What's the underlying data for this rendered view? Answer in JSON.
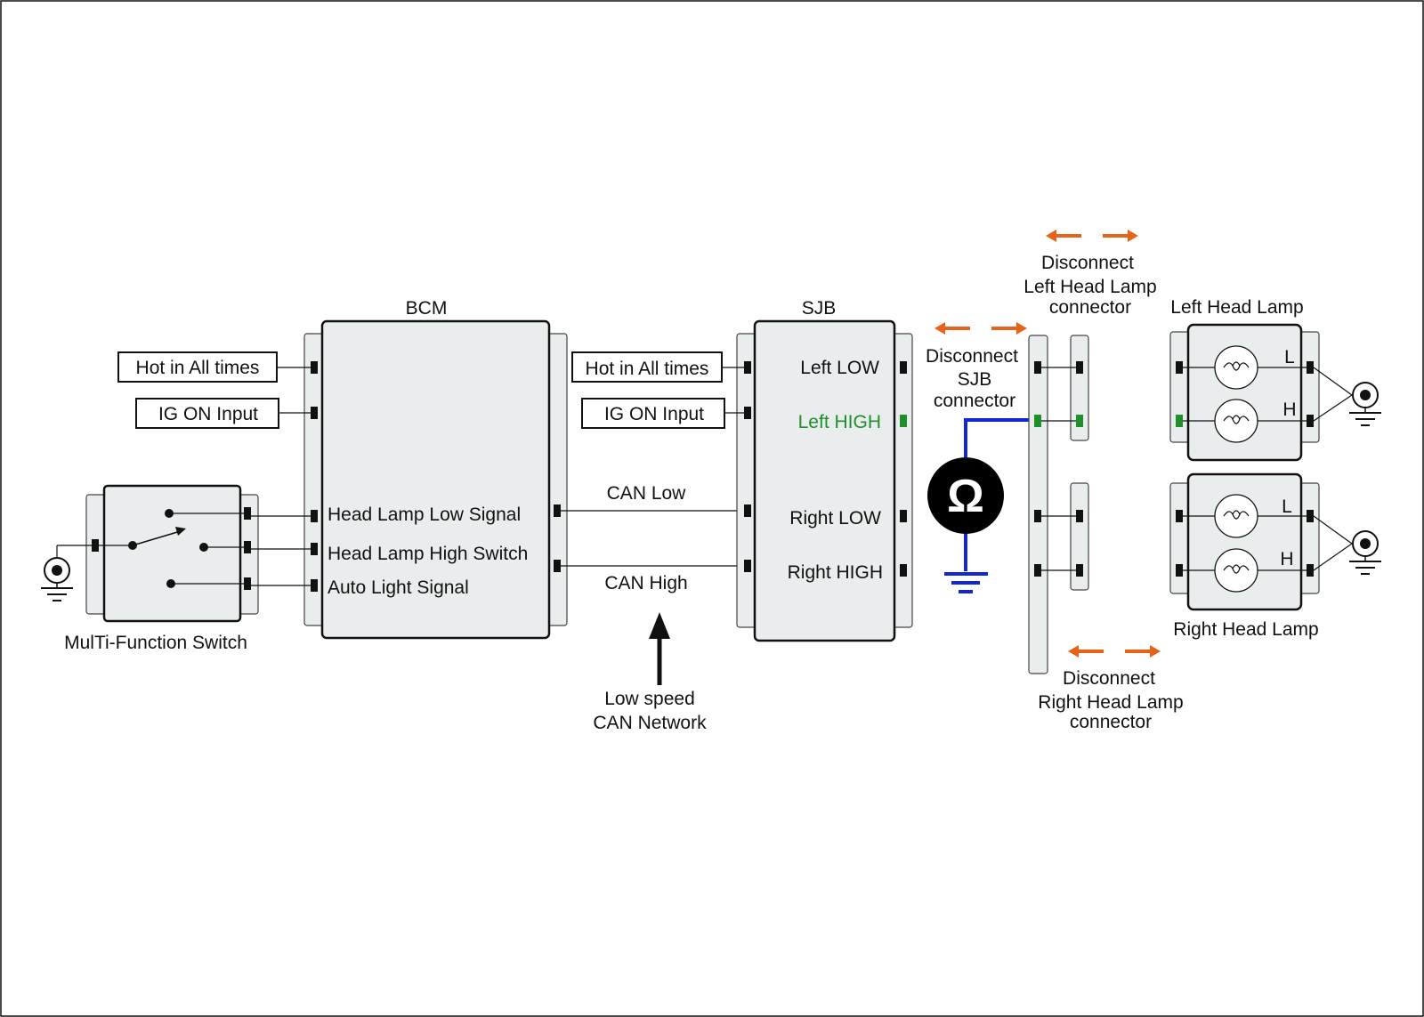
{
  "modules": {
    "bcm": {
      "title": "BCM"
    },
    "sjb": {
      "title": "SJB"
    },
    "mfs": {
      "title": "MulTi-Function Switch"
    }
  },
  "bcm_inputs": {
    "hot": "Hot in All times",
    "ig": "IG ON Input",
    "head_low": "Head Lamp Low Signal",
    "head_high": "Head Lamp High Switch",
    "auto_light": "Auto Light Signal"
  },
  "sjb_inputs": {
    "hot": "Hot in All times",
    "ig": "IG ON Input",
    "left_low": "Left LOW",
    "left_high": "Left HIGH",
    "right_low": "Right LOW",
    "right_high": "Right HIGH"
  },
  "can": {
    "low": "CAN Low",
    "high": "CAN High",
    "network_line1": "Low speed",
    "network_line2": "CAN Network"
  },
  "disconnect": {
    "sjb": [
      "Disconnect",
      "SJB",
      "connector"
    ],
    "left": [
      "Disconnect",
      "Left Head Lamp",
      "connector"
    ],
    "right": [
      "Disconnect",
      "Right Head Lamp",
      "connector"
    ]
  },
  "lamps": {
    "left": {
      "title": "Left Head Lamp",
      "low": "L",
      "high": "H"
    },
    "right": {
      "title": "Right Head Lamp",
      "low": "L",
      "high": "H"
    }
  },
  "meter": {
    "symbol": "Ω"
  },
  "colors": {
    "highlight_text": "#1f8f2a",
    "meter_wire": "#1226d6",
    "disconnect_arrow": "#e8631a"
  },
  "icons": [
    "ground-icon",
    "ohmmeter-icon",
    "bulb-icon",
    "disconnect-arrow-icon",
    "switch-icon"
  ]
}
